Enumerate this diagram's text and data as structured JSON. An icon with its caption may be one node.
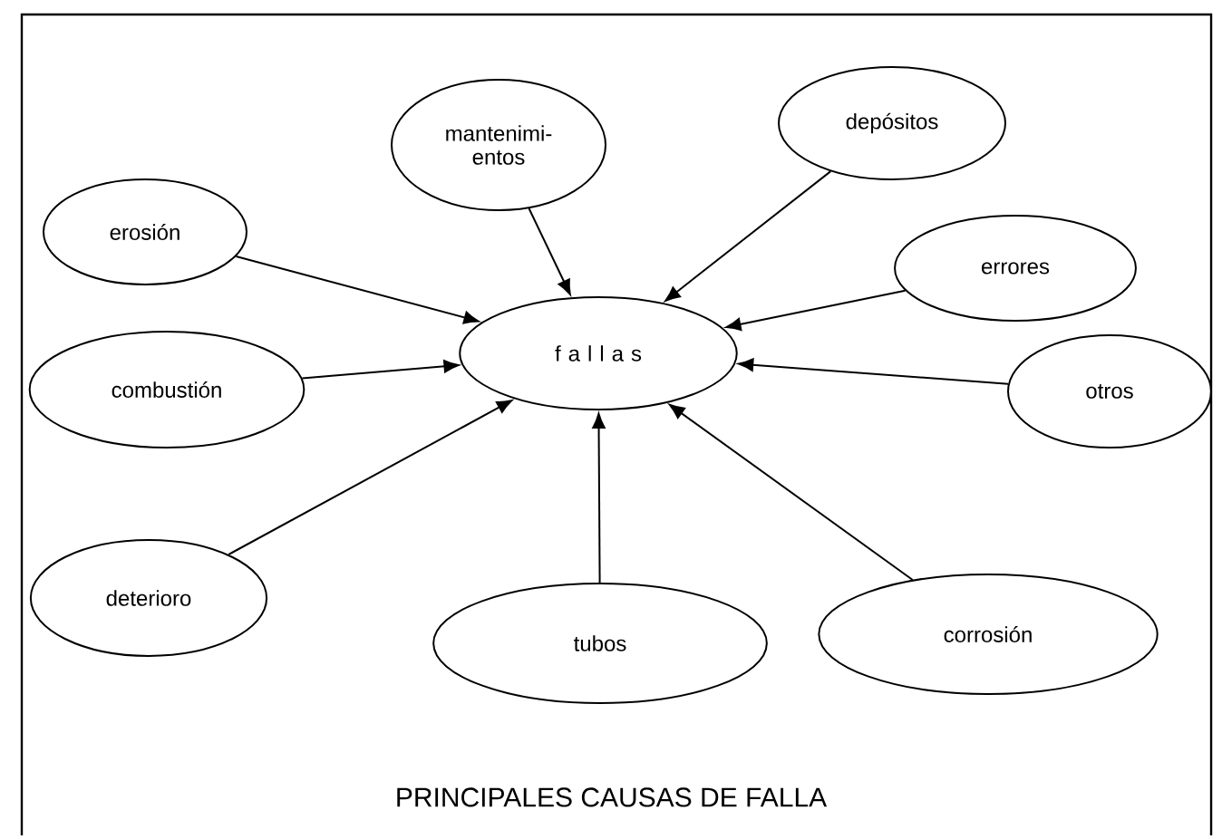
{
  "diagram": {
    "caption": "PRINCIPALES CAUSAS DE FALLA",
    "nodes": [
      {
        "text": [
          "mantenimi- entos"
        ]
      },
      {
        "text": [
          "depósitos"
        ]
      },
      {
        "text": [
          "erosión"
        ]
      },
      {
        "text": [
          "errores"
        ]
      },
      {
        "text": [
          "f a l l a s"
        ]
      },
      {
        "text": [
          "combustión"
        ]
      },
      {
        "text": [
          "otros"
        ]
      },
      {
        "text": [
          "deterioro"
        ]
      },
      {
        "text": [
          "corrosión"
        ]
      },
      {
        "text": [
          "tubos"
        ]
      }
    ],
    "edges": [
      {
        "from": 0,
        "to": 4,
        "arrow": "to"
      },
      {
        "from": 1,
        "to": 4,
        "arrow": "to"
      },
      {
        "from": 2,
        "to": 4,
        "arrow": "to"
      },
      {
        "from": 3,
        "to": 4,
        "arrow": "to"
      },
      {
        "from": 5,
        "to": 4,
        "arrow": "to"
      },
      {
        "from": 6,
        "to": 4,
        "arrow": "to"
      },
      {
        "from": 7,
        "to": 4,
        "arrow": "to"
      },
      {
        "from": 8,
        "to": 4,
        "arrow": "to"
      },
      {
        "from": 9,
        "to": 4,
        "arrow": "to"
      }
    ]
  }
}
